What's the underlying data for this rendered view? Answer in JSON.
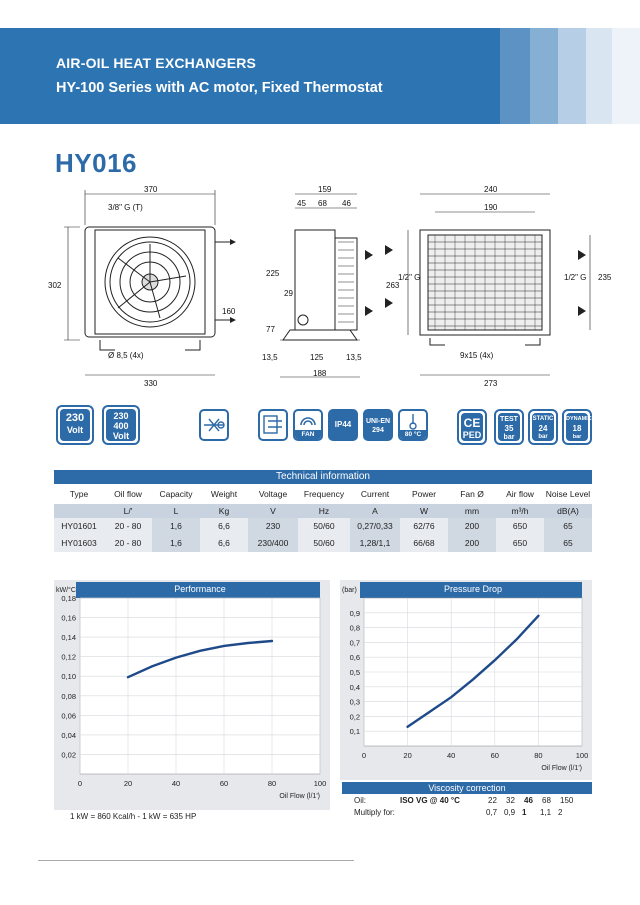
{
  "header": {
    "title1": "AIR-OIL HEAT EXCHANGERS",
    "title2": "HY-100 Series with AC motor, Fixed Thermostat"
  },
  "model": "HY016",
  "drawing": {
    "front": {
      "width": "370",
      "port": "3/8\" G (T)",
      "height": "302",
      "mount": "160",
      "hole": "Ø 8,5 (4x)",
      "base": "330"
    },
    "side": {
      "depth": "159",
      "d1": "45",
      "d2": "68",
      "d3": "46",
      "h1": "225",
      "h2": "29",
      "h3": "77",
      "b1": "13,5",
      "b2": "125",
      "b3": "13,5",
      "base": "188"
    },
    "rear": {
      "w1": "240",
      "w2": "190",
      "h1": "263",
      "port1": "1/2\" G",
      "port2": "1/2\" G",
      "h2": "235",
      "slot": "9x15 (4x)",
      "base": "273"
    }
  },
  "badges": {
    "v1": "230",
    "v1u": "Volt",
    "v2a": "230",
    "v2b": "400",
    "v2u": "Volt",
    "fan": "FAN",
    "ip": "IP44",
    "uni1": "UNI-EN",
    "uni2": "294",
    "temp": "80 °C",
    "ce": "CE",
    "ped": "PED",
    "test1": "TEST",
    "test2": "35",
    "test3": "bar",
    "static1": "STATIC",
    "static2": "24",
    "static3": "bar",
    "dyn1": "DYNAMIC",
    "dyn2": "18",
    "dyn3": "bar"
  },
  "table": {
    "title": "Technical information",
    "headers": [
      "Type",
      "Oil flow",
      "Capacity",
      "Weight",
      "Voltage",
      "Frequency",
      "Current",
      "Power",
      "Fan Ø",
      "Air flow",
      "Noise Level"
    ],
    "units": [
      "",
      "L/'",
      "L",
      "Kg",
      "V",
      "Hz",
      "A",
      "W",
      "mm",
      "m³/h",
      "dB(A)"
    ],
    "rows": [
      [
        "HY01601",
        "20 - 80",
        "1,6",
        "6,6",
        "230",
        "50/60",
        "0,27/0,33",
        "62/76",
        "200",
        "650",
        "65"
      ],
      [
        "HY01603",
        "20 - 80",
        "1,6",
        "6,6",
        "230/400",
        "50/60",
        "1,28/1,1",
        "66/68",
        "200",
        "650",
        "65"
      ]
    ]
  },
  "chart_data": [
    {
      "type": "line",
      "title": "Performance",
      "ylabel": "kW/°C",
      "xlabel": "Oil Flow (l/1')",
      "xlim": [
        0,
        100
      ],
      "ylim": [
        0,
        0.18
      ],
      "xticks": [
        "0",
        "20",
        "40",
        "60",
        "80",
        "100"
      ],
      "yticks": [
        "0,02",
        "0,04",
        "0,06",
        "0,08",
        "0,10",
        "0,12",
        "0,14",
        "0,16",
        "0,18"
      ],
      "x": [
        20,
        30,
        40,
        50,
        60,
        70,
        80
      ],
      "y": [
        0.099,
        0.11,
        0.119,
        0.126,
        0.131,
        0.134,
        0.136
      ],
      "grid": true
    },
    {
      "type": "line",
      "title": "Pressure Drop",
      "ylabel": "(bar)",
      "xlabel": "Oil Flow (l/1')",
      "xlim": [
        0,
        100
      ],
      "ylim": [
        0,
        1.0
      ],
      "xticks": [
        "0",
        "20",
        "40",
        "60",
        "80",
        "100"
      ],
      "yticks": [
        "0,1",
        "0,2",
        "0,3",
        "0,4",
        "0,5",
        "0,6",
        "0,7",
        "0,8",
        "0,9"
      ],
      "x": [
        20,
        30,
        40,
        50,
        60,
        70,
        80
      ],
      "y": [
        0.13,
        0.23,
        0.33,
        0.45,
        0.58,
        0.72,
        0.88
      ],
      "grid": true
    }
  ],
  "footnote": "1 kW = 860 Kcal/h - 1 kW = 635 HP",
  "viscosity": {
    "title": "Viscosity correction",
    "oil_label": "Oil:",
    "oil_grade": "ISO VG @ 40 °C",
    "mult_label": "Multiply for:",
    "grades": [
      "22",
      "32",
      "46",
      "68",
      "150"
    ],
    "factors": [
      "0,7",
      "0,9",
      "1",
      "1,1",
      "2"
    ]
  },
  "colors": {
    "brand": "#2d6aa8",
    "banner": "#2d74b3",
    "curve": "#1f4a8a"
  }
}
